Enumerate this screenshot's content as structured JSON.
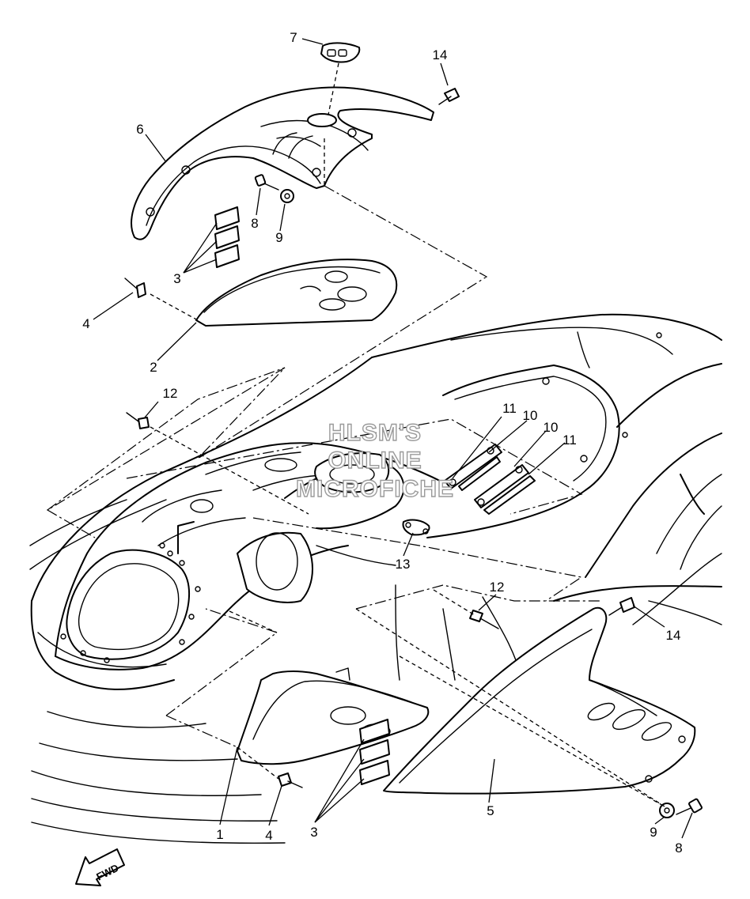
{
  "watermark": {
    "line1": "HLSM'S",
    "line2": "ONLINE",
    "line3": "MICROFICHE"
  },
  "fwd_label": "FWD",
  "callouts": {
    "c7": "7",
    "c14_top": "14",
    "c6": "6",
    "c8_top": "8",
    "c9_top": "9",
    "c3_top": "3",
    "c4_top": "4",
    "c2": "2",
    "c12_left": "12",
    "c11_a": "11",
    "c10_a": "10",
    "c10_b": "10",
    "c11_b": "11",
    "c13": "13",
    "c12_right": "12",
    "c14_right": "14",
    "c1": "1",
    "c4_bottom": "4",
    "c3_bottom": "3",
    "c5": "5",
    "c9_bottom": "9",
    "c8_bottom": "8"
  }
}
